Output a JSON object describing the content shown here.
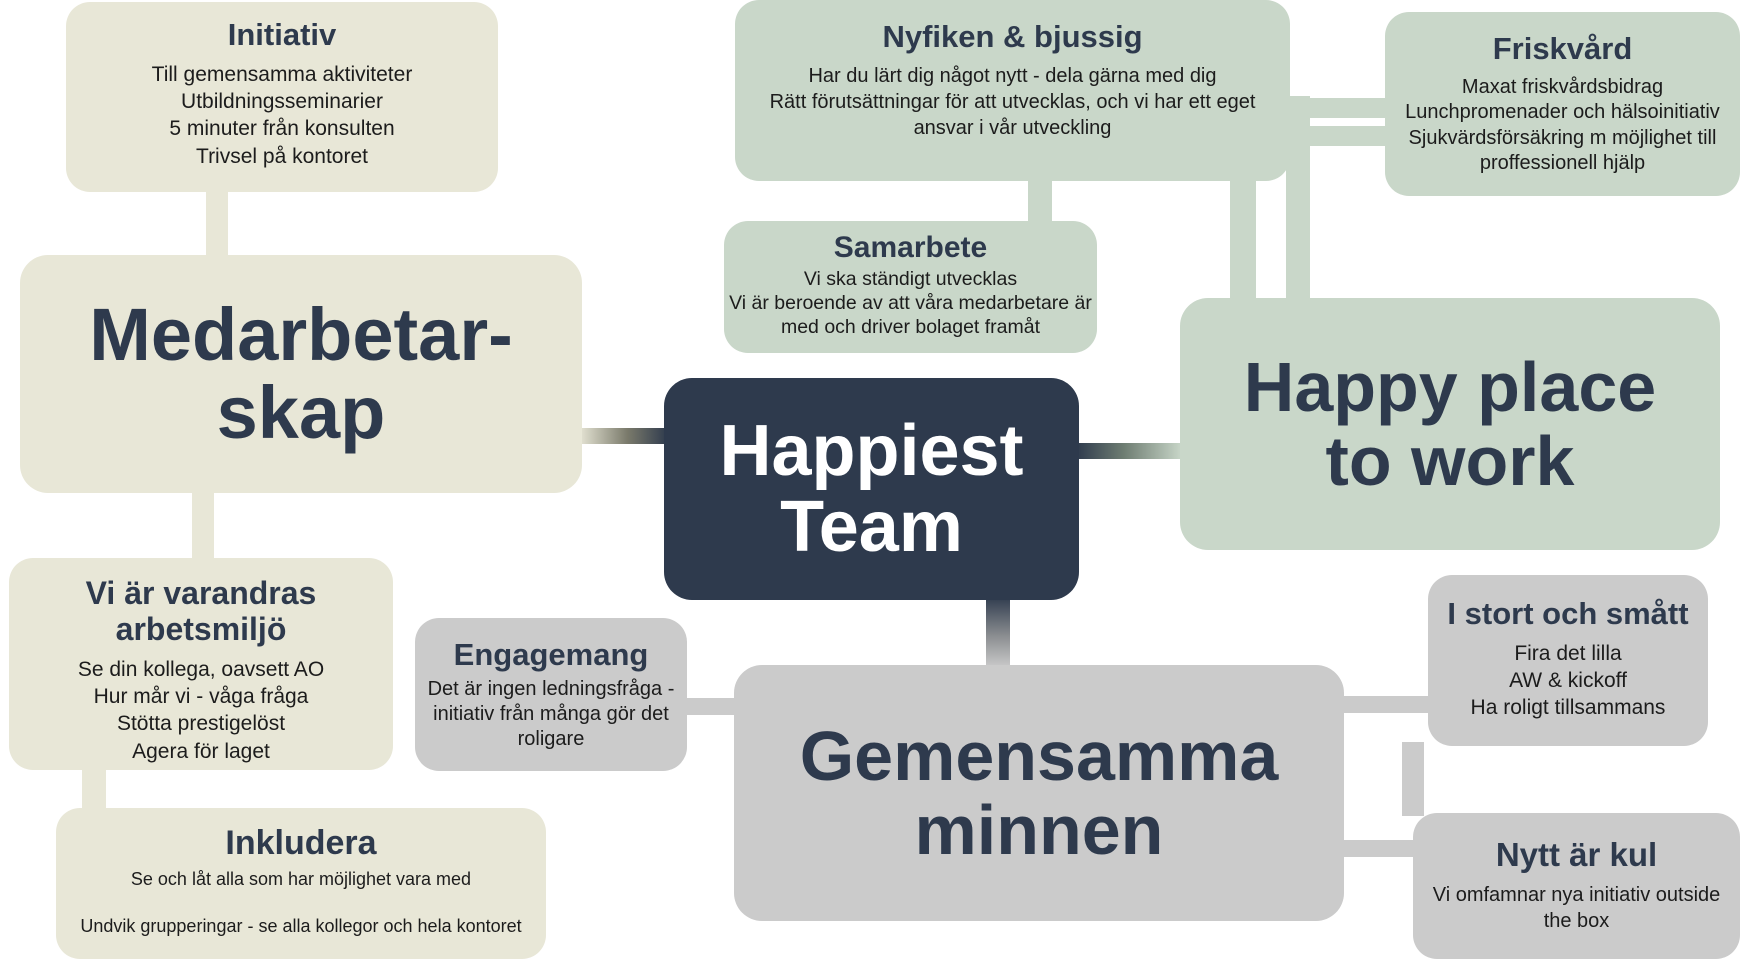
{
  "diagram": {
    "type": "mindmap",
    "center": {
      "title": "Happiest\nTeam"
    },
    "colors": {
      "center_bg": "#2e3a4d",
      "branch_medarbetarskap": "#e8e7d7",
      "branch_happy_place": "#c9d7c9",
      "branch_gemensamma": "#cbcbcb",
      "title_text": "#2e3a4d",
      "body_text": "#1c1c1c",
      "center_text": "#ffffff"
    },
    "nodes": {
      "initiativ": {
        "title": "Initiativ",
        "body": [
          "Till gemensamma aktiviteter",
          "Utbildningsseminarier",
          "5 minuter från konsulten",
          "Trivsel på kontoret"
        ]
      },
      "medarbetarskap": {
        "title": "Medarbetar-\nskap"
      },
      "viar": {
        "title": "Vi är varandras\narbetsmiljö",
        "body": [
          "Se din kollega, oavsett AO",
          "Hur mår vi - våga fråga",
          "Stötta prestigelöst",
          "Agera för laget"
        ]
      },
      "inkludera": {
        "title": "Inkludera",
        "body": [
          "Se och låt alla som har möjlighet vara med",
          "",
          "Undvik grupperingar - se alla kollegor och hela kontoret"
        ]
      },
      "nyfiken": {
        "title": "Nyfiken & bjussig",
        "body": [
          "Har du lärt dig något nytt - dela gärna med dig",
          "Rätt förutsättningar för att utvecklas, och vi har ett eget",
          "ansvar i vår utveckling"
        ]
      },
      "samarbete": {
        "title": "Samarbete",
        "body": [
          "Vi ska ständigt utvecklas",
          "Vi är beroende av att våra medarbetare är",
          "med och driver bolaget framåt"
        ]
      },
      "friskvard": {
        "title": "Friskvård",
        "body": [
          "Maxat friskvårdsbidrag",
          "Lunchpromenader och hälsoinitiativ",
          "Sjukvärdsförsäkring m möjlighet till",
          "proffessionell hjälp"
        ]
      },
      "happyplace": {
        "title": "Happy place\nto work"
      },
      "engagemang": {
        "title": "Engagemang",
        "body": [
          "Det är ingen ledningsfråga -",
          "initiativ från många gör det",
          "roligare"
        ]
      },
      "gemensamma": {
        "title": "Gemensamma\nminnen"
      },
      "istort": {
        "title": "I stort och smått",
        "body": [
          "Fira det lilla",
          "AW & kickoff",
          "Ha roligt tillsammans"
        ]
      },
      "nytt": {
        "title": "Nytt är kul",
        "body": [
          "Vi omfamnar nya initiativ outside",
          "the box"
        ]
      }
    }
  }
}
